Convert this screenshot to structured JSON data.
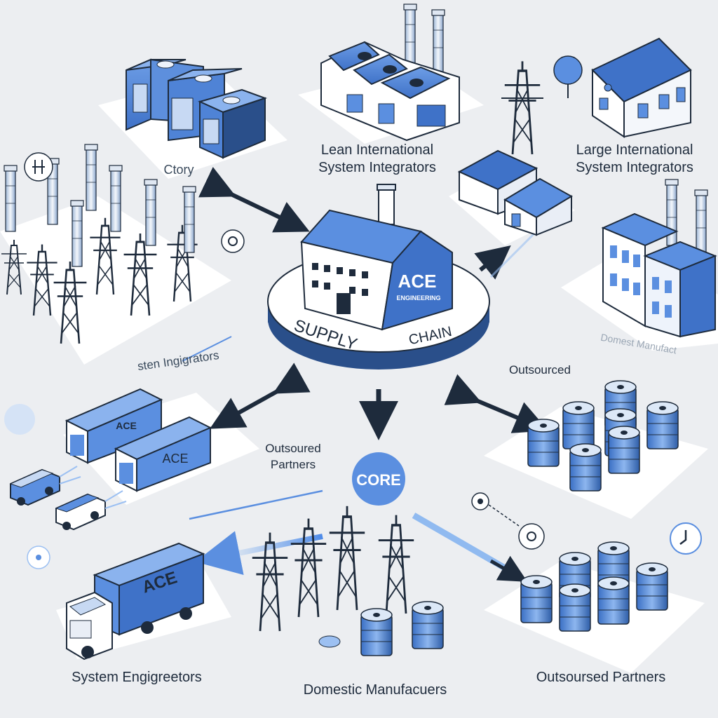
{
  "diagram": {
    "hub": {
      "building_label": "ACE",
      "building_sublabel": "ENGINEERING",
      "ring_text_left": "SUPPLY",
      "ring_text_right": "CHAIN"
    },
    "core_label": "CORE",
    "labels": {
      "top_left_factory": "Ctory",
      "top_center_line1": "Lean International",
      "top_center_line2": "System Integrators",
      "top_right_line1": "Large International",
      "top_right_line2": "System Integrators",
      "left_towers": "sten Ingigrators",
      "right_faint": "Domest Manufact",
      "right_outsourced": "Outsourced",
      "left_partners_line1": "Outsoured",
      "left_partners_line2": "Partners",
      "bottom_left": "System Engigreetors",
      "bottom_center": "Domestic Manufacuers",
      "bottom_right": "Outsoursed Partners"
    },
    "trucks": {
      "warehouse_1": "ACE",
      "warehouse_2": "ACE",
      "big_truck": "ACE"
    },
    "colors": {
      "background": "#eceef1",
      "accent_blue": "#5b8fe0",
      "dark_navy": "#1e2b3c",
      "light_blue": "#9cc0f2",
      "platform": "#ffffff"
    }
  }
}
